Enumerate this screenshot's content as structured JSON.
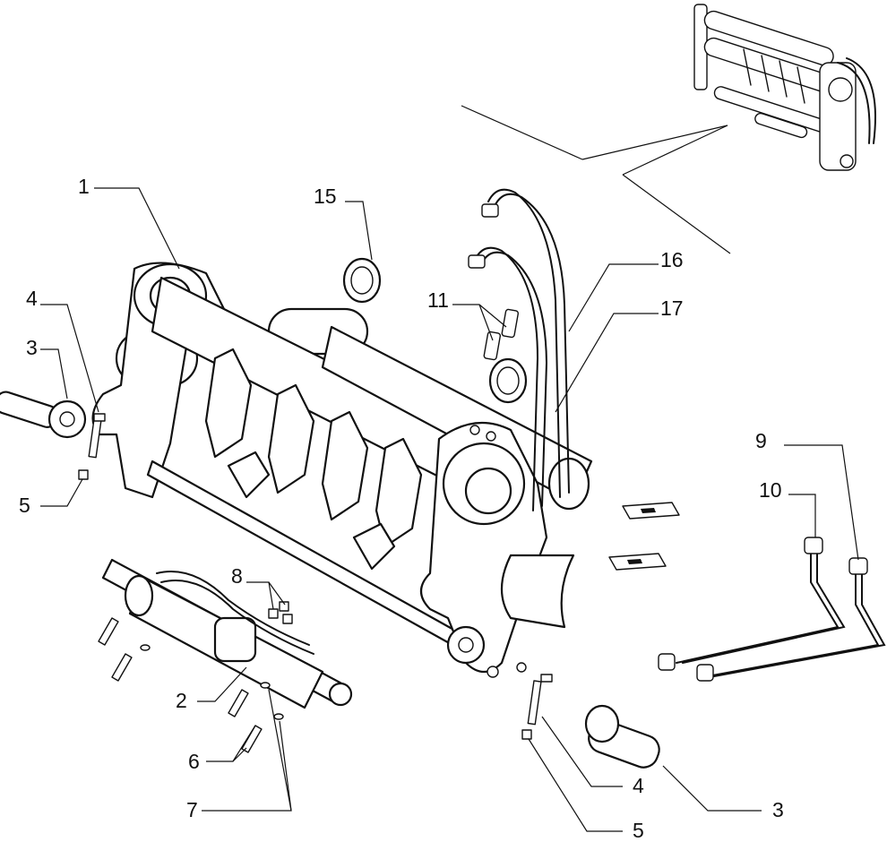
{
  "callouts": [
    {
      "id": "c1",
      "label": "1"
    },
    {
      "id": "c2",
      "label": "2"
    },
    {
      "id": "c3a",
      "label": "3"
    },
    {
      "id": "c3b",
      "label": "3"
    },
    {
      "id": "c4a",
      "label": "4"
    },
    {
      "id": "c4b",
      "label": "4"
    },
    {
      "id": "c5a",
      "label": "5"
    },
    {
      "id": "c5b",
      "label": "5"
    },
    {
      "id": "c6",
      "label": "6"
    },
    {
      "id": "c7",
      "label": "7"
    },
    {
      "id": "c8",
      "label": "8"
    },
    {
      "id": "c9",
      "label": "9"
    },
    {
      "id": "c10",
      "label": "10"
    },
    {
      "id": "c11",
      "label": "11"
    },
    {
      "id": "c15",
      "label": "15"
    },
    {
      "id": "c16",
      "label": "16"
    },
    {
      "id": "c17",
      "label": "17"
    }
  ]
}
